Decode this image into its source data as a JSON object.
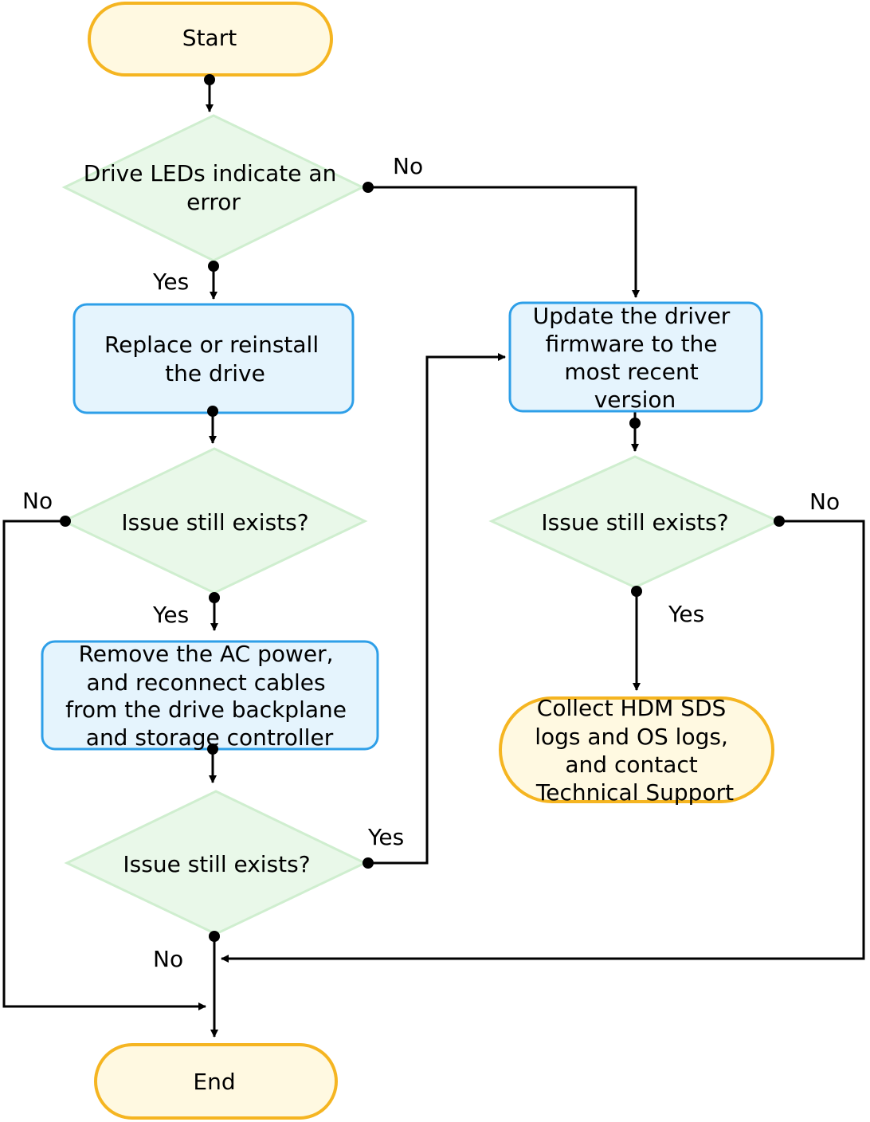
{
  "nodes": {
    "start": {
      "lines": [
        "Start"
      ]
    },
    "d1": {
      "lines": [
        "Drive LEDs indicate an",
        "error"
      ]
    },
    "p1": {
      "lines": [
        "Replace or reinstall",
        "the drive"
      ]
    },
    "d2": {
      "lines": [
        "Issue still exists?"
      ]
    },
    "p2": {
      "lines": [
        "Remove the AC power,",
        "and reconnect cables",
        "from the drive backplane",
        "and storage controller"
      ]
    },
    "d3": {
      "lines": [
        "Issue still exists?"
      ]
    },
    "p3": {
      "lines": [
        "Update the driver",
        "firmware to the",
        "most recent",
        "version"
      ]
    },
    "d4": {
      "lines": [
        "Issue still exists?"
      ]
    },
    "contact": {
      "lines": [
        "Collect HDM SDS",
        "logs and OS logs,",
        "and contact",
        "Technical Support"
      ]
    },
    "end": {
      "lines": [
        "End"
      ]
    }
  },
  "edge_labels": {
    "d1_no": "No",
    "d1_yes": "Yes",
    "d2_no": "No",
    "d2_yes": "Yes",
    "d3_yes": "Yes",
    "d3_no": "No",
    "d4_no": "No",
    "d4_yes": "Yes"
  },
  "colors": {
    "terminal_fill": "#fff9e1",
    "terminal_stroke": "#f5b521",
    "process_fill": "#e5f4fd",
    "process_stroke": "#2e9fe8",
    "decision_fill": "#e9f8e9",
    "decision_stroke": "#cfeecf",
    "line": "#000000"
  }
}
